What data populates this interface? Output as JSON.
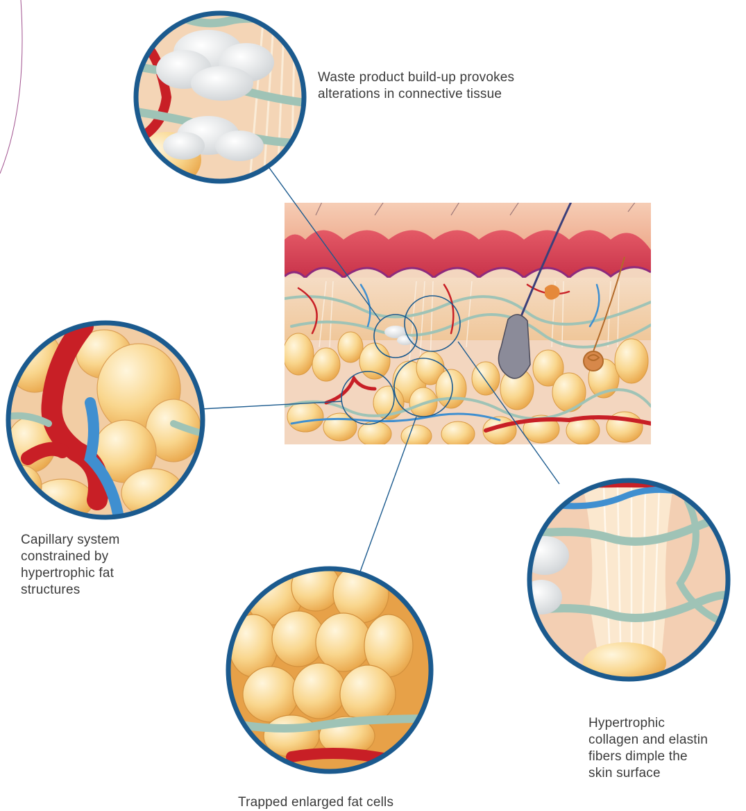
{
  "colors": {
    "ring": "#1b5a8e",
    "leader_line": "#1b5a8e",
    "decor_arc": "#a0518e",
    "epidermis": "#f1b59a",
    "dermis": "#d8404f",
    "fat": "#f5c16b",
    "fat_light": "#fde8b8",
    "vein": "#3f8fd0",
    "artery": "#c81f26",
    "lymph": "#9fc3b6"
  },
  "callouts": [
    {
      "id": "waste",
      "lines": [
        "Waste product build-up provokes",
        "alterations in connective tissue"
      ]
    },
    {
      "id": "capillary",
      "lines": [
        "Capillary system",
        "constrained by",
        "hypertrophic fat",
        "structures"
      ]
    },
    {
      "id": "fat",
      "lines": [
        "Trapped enlarged fat cells"
      ]
    },
    {
      "id": "collagen",
      "lines": [
        "Hypertrophic",
        "collagen and elastin",
        "fibers dimple the",
        "skin surface"
      ]
    }
  ]
}
